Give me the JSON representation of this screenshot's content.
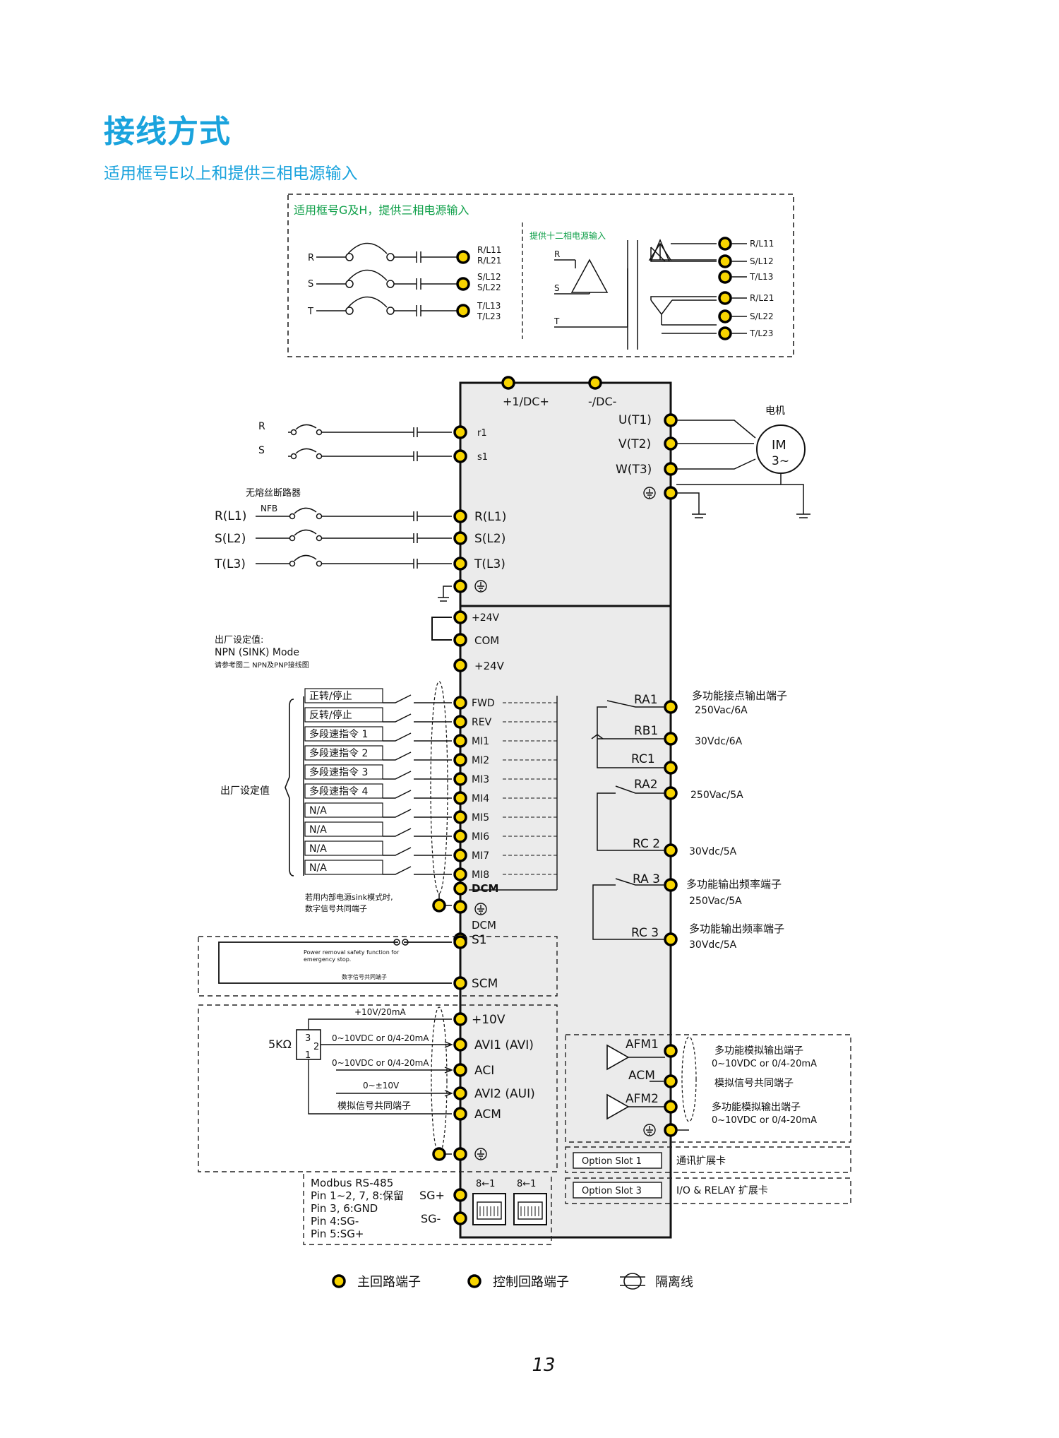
{
  "page": {
    "title": "接线方式",
    "subtitle": "适用框号E以上和提供三相电源输入",
    "page_number": "13"
  },
  "inset": {
    "title": "适用框号G及H，提供三相电源输入",
    "twelve_phase_title": "提供十二相电源输入",
    "phases": [
      "R",
      "S",
      "T"
    ],
    "terminals": [
      [
        "R/L11",
        "R/L21"
      ],
      [
        "S/L12",
        "S/L22"
      ],
      [
        "T/L13",
        "T/L23"
      ]
    ],
    "transformer_outputs": [
      "R/L11",
      "S/L12",
      "T/L13",
      "R/L21",
      "S/L22",
      "T/L23"
    ]
  },
  "power": {
    "dc_terminals": [
      "+1/DC+",
      "-/DC-"
    ],
    "aux_inputs": [
      {
        "label": "R",
        "term": "r1"
      },
      {
        "label": "S",
        "term": "s1"
      }
    ],
    "breaker_label": "无熔丝断路器",
    "nfb": "NFB",
    "mains": [
      {
        "label": "R(L1)",
        "term": "R(L1)"
      },
      {
        "label": "S(L2)",
        "term": "S(L2)"
      },
      {
        "label": "T(L3)",
        "term": "T(L3)"
      }
    ],
    "outputs": [
      "U(T1)",
      "V(T2)",
      "W(T3)"
    ],
    "motor_label": "电机",
    "motor_im": "IM",
    "motor_phase": "3~"
  },
  "digital": {
    "factory_note_line1": "出厂设定值:",
    "factory_note_line2": "NPN (SINK) Mode",
    "factory_note_line3": "请参考图二 NPN及PNP接线图",
    "factory_setting": "出厂设定值",
    "top_terminals": [
      "+24V",
      "COM",
      "+24V"
    ],
    "inputs": [
      {
        "func": "正转/停止",
        "term": "FWD"
      },
      {
        "func": "反转/停止",
        "term": "REV"
      },
      {
        "func": "多段速指令 1",
        "term": "MI1"
      },
      {
        "func": "多段速指令 2",
        "term": "MI2"
      },
      {
        "func": "多段速指令 3",
        "term": "MI3"
      },
      {
        "func": "多段速指令 4",
        "term": "MI4"
      },
      {
        "func": "N/A",
        "term": "MI5"
      },
      {
        "func": "N/A",
        "term": "MI6"
      },
      {
        "func": "N/A",
        "term": "MI7"
      },
      {
        "func": "N/A",
        "term": "MI8"
      }
    ],
    "dcm": "DCM",
    "sink_note_line1": "若用内部电源sink模式时,",
    "sink_note_line2": "数字信号共同端子",
    "dcm2": "DCM",
    "s1": "S1",
    "safety_note_line1": "Power removal safety function for",
    "safety_note_line2": "emergency stop.",
    "safety_common": "数字信号共同端子",
    "scm": "SCM"
  },
  "relays": {
    "ra1": "RA1",
    "ra1_desc": "多功能接点输出端子",
    "ra1_rating": "250Vac/6A",
    "rb1": "RB1",
    "rb1_rating": "30Vdc/6A",
    "rc1": "RC1",
    "ra2": "RA2",
    "ra2_rating": "250Vac/5A",
    "rc2": "RC 2",
    "rc2_rating": "30Vdc/5A",
    "ra3": "RA 3",
    "ra3_desc": "多功能输出频率端子",
    "ra3_rating": "250Vac/5A",
    "rc3": "RC 3",
    "rc3_desc": "多功能输出频率端子",
    "rc3_rating": "30Vdc/5A"
  },
  "analog": {
    "plus10_note": "+10V/20mA",
    "plus10": "+10V",
    "pot": "5KΩ",
    "pot_pins": [
      "3",
      "2",
      "1"
    ],
    "avi1_note": "0~10VDC or 0/4-20mA",
    "avi1": "AVI1 (AVI)",
    "aci_note": "0~10VDC or 0/4-20mA",
    "aci": "ACI",
    "avi2_note": "0~±10V",
    "avi2": "AVI2 (AUI)",
    "acm_note": "模拟信号共同端子",
    "acm": "ACM",
    "afm1": "AFM1",
    "afm1_desc": "多功能模拟输出端子",
    "afm1_range": "0~10VDC or 0/4-20mA",
    "acm_out": "ACM",
    "acm_out_desc": "模拟信号共同端子",
    "afm2": "AFM2",
    "afm2_desc": "多功能模拟输出端子",
    "afm2_range": "0~10VDC or 0/4-20mA"
  },
  "comm": {
    "modbus": "Modbus RS-485",
    "pin_lines": [
      "Pin 1~2, 7, 8:保留",
      "Pin 3, 6:GND",
      "Pin 4:SG-",
      "Pin 5:SG+"
    ],
    "sg_plus": "SG+",
    "sg_minus": "SG-",
    "rj45_labels": [
      "8←1",
      "8←1"
    ],
    "slot1": "Option Slot 1",
    "slot1_desc": "通讯扩展卡",
    "slot3": "Option Slot 3",
    "slot3_desc": "I/O & RELAY 扩展卡"
  },
  "legend": {
    "main": "主回路端子",
    "control": "控制回路端子",
    "shield": "隔离线"
  },
  "colors": {
    "title": "#1aa3dd",
    "terminal": "#f7d400",
    "panel": "#ebebeb"
  }
}
